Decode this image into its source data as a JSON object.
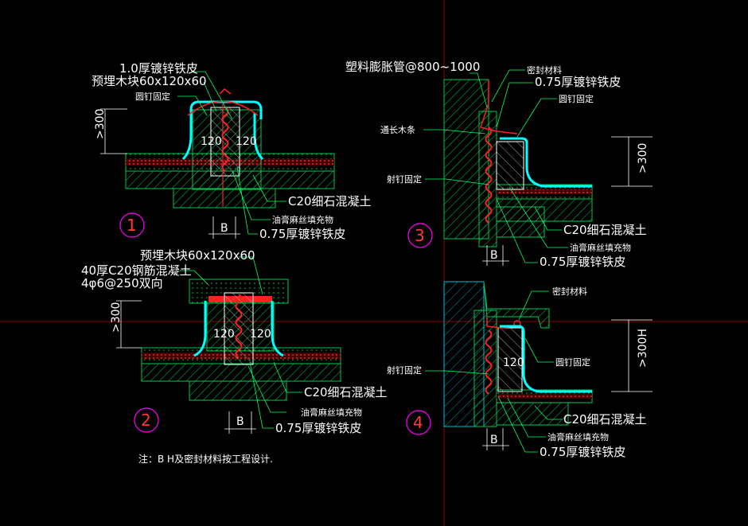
{
  "colors": {
    "background": "#000000",
    "concrete": "#00c853",
    "flashing": "#00ffff",
    "wood": "#ffffff",
    "seal": "#ff2020",
    "leader": "#00ff66",
    "dim": "#ffffff",
    "circle": "#ff00ff",
    "circle_text": "#ff3b3b",
    "crosshair": "#8b0000"
  },
  "details": [
    {
      "number": "1",
      "labels": {
        "sheet": "1.0厚镀锌铁皮",
        "block": "预埋木块60x120x60",
        "nail": "圆钉固定",
        "concrete": "C20细石混凝土",
        "filler": "油膏麻丝填充物",
        "galv": "0.75厚镀锌铁皮",
        "height": ">300",
        "width_left": "120",
        "width_right": "120",
        "b": "B"
      }
    },
    {
      "number": "2",
      "labels": {
        "block": "预埋木块60x120x60",
        "slab": "40厚C20钢筋混凝土",
        "rebar": "4φ6@250双向",
        "concrete": "C20细石混凝土",
        "filler": "油膏麻丝填充物",
        "galv": "0.75厚镀锌铁皮",
        "height": ">300",
        "width_left": "120",
        "width_right": "120",
        "b": "B"
      }
    },
    {
      "number": "3",
      "labels": {
        "pipe": "塑料膨胀管@800~1000",
        "seal": "密封材料",
        "galv_top": "0.75厚镀锌铁皮",
        "nail": "圆钉固定",
        "strip": "通长木条",
        "shot_nail": "射钉固定",
        "concrete": "C20细石混凝土",
        "filler": "油膏麻丝填充物",
        "galv": "0.75厚镀锌铁皮",
        "height": ">300",
        "b": "B"
      }
    },
    {
      "number": "4",
      "labels": {
        "seal": "密封材料",
        "nail": "圆钉固定",
        "shot_nail": "射钉固定",
        "concrete": "C20细石混凝土",
        "filler": "油膏麻丝填充物",
        "galv": "0.75厚镀锌铁皮",
        "height": ">300H",
        "width": "120",
        "b": "B"
      }
    }
  ],
  "note": "注：B H及密封材料按工程设计."
}
